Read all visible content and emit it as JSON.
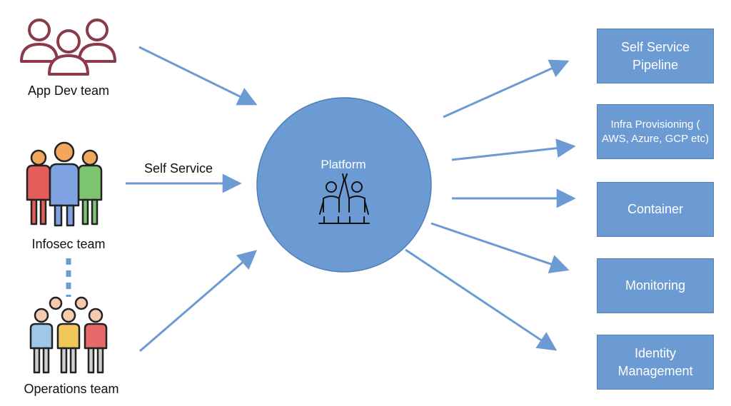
{
  "teams": {
    "app_dev": {
      "label": "App Dev team",
      "icon": "group-outline-icon",
      "color": "#8b3a4a"
    },
    "infosec": {
      "label": "Infosec team",
      "icon": "group-colored-icon"
    },
    "operations": {
      "label": "Operations team",
      "icon": "group-colored-icon"
    }
  },
  "edge_label": "Self Service",
  "platform": {
    "label": "Platform",
    "icon": "teamwork-high-five-icon",
    "fill": "#6b9bd2"
  },
  "services": [
    {
      "key": "pipeline",
      "label": "Self Service Pipeline"
    },
    {
      "key": "infra",
      "label": "Infra Provisioning ( AWS, Azure, GCP etc)"
    },
    {
      "key": "container",
      "label": "Container"
    },
    {
      "key": "monitoring",
      "label": "Monitoring"
    },
    {
      "key": "identity",
      "label": "Identity Management"
    }
  ],
  "colors": {
    "arrow": "#6b9bd2",
    "box": "#6b9bd2",
    "connector": "#6b9bd2"
  }
}
